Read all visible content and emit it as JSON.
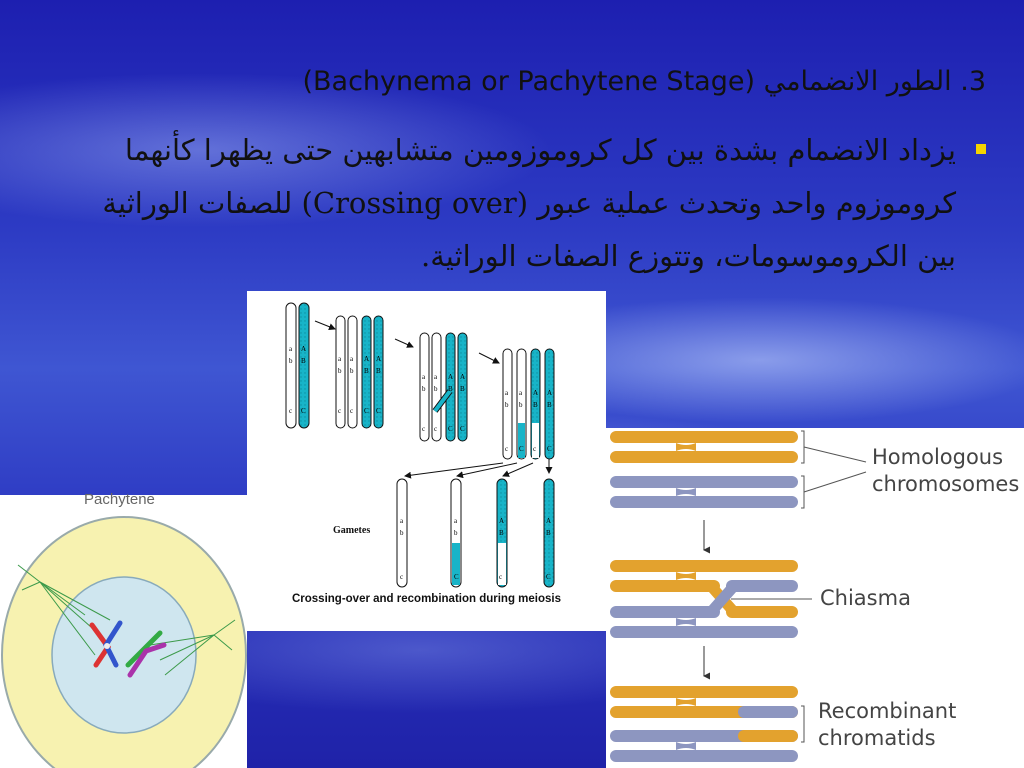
{
  "slide": {
    "title": "3. الطور الانضمامي (Bachynema or Pachytene Stage)",
    "bullet_text": "يزداد الانضمام بشدة بين كل كروموزومين متشابهين حتى يظهرا كأنهما كروموزوم واحد وتحدث عملية عبور (Crossing over) للصفات الوراثية بين الكروموسومات، وتتوزع الصفات الوراثية."
  },
  "crossing_figure": {
    "caption": "Crossing-over and recombination  during meiosis",
    "gametes_label": "Gametes",
    "allele_labels": [
      "a",
      "b",
      "c",
      "A",
      "B",
      "C"
    ]
  },
  "homolog_figure": {
    "label_homologous": [
      "Homologous",
      "chromosomes"
    ],
    "label_chiasma": "Chiasma",
    "label_recombinant": [
      "Recombinant",
      "chromatids"
    ]
  },
  "pachytene_figure": {
    "label": "Pachytene"
  },
  "colors": {
    "chromosome_cyan": "#18b4c8",
    "chromatid_orange": "#e3a22e",
    "chromatid_slate": "#8d96c0",
    "bullet_yellow": "#f5d400"
  }
}
